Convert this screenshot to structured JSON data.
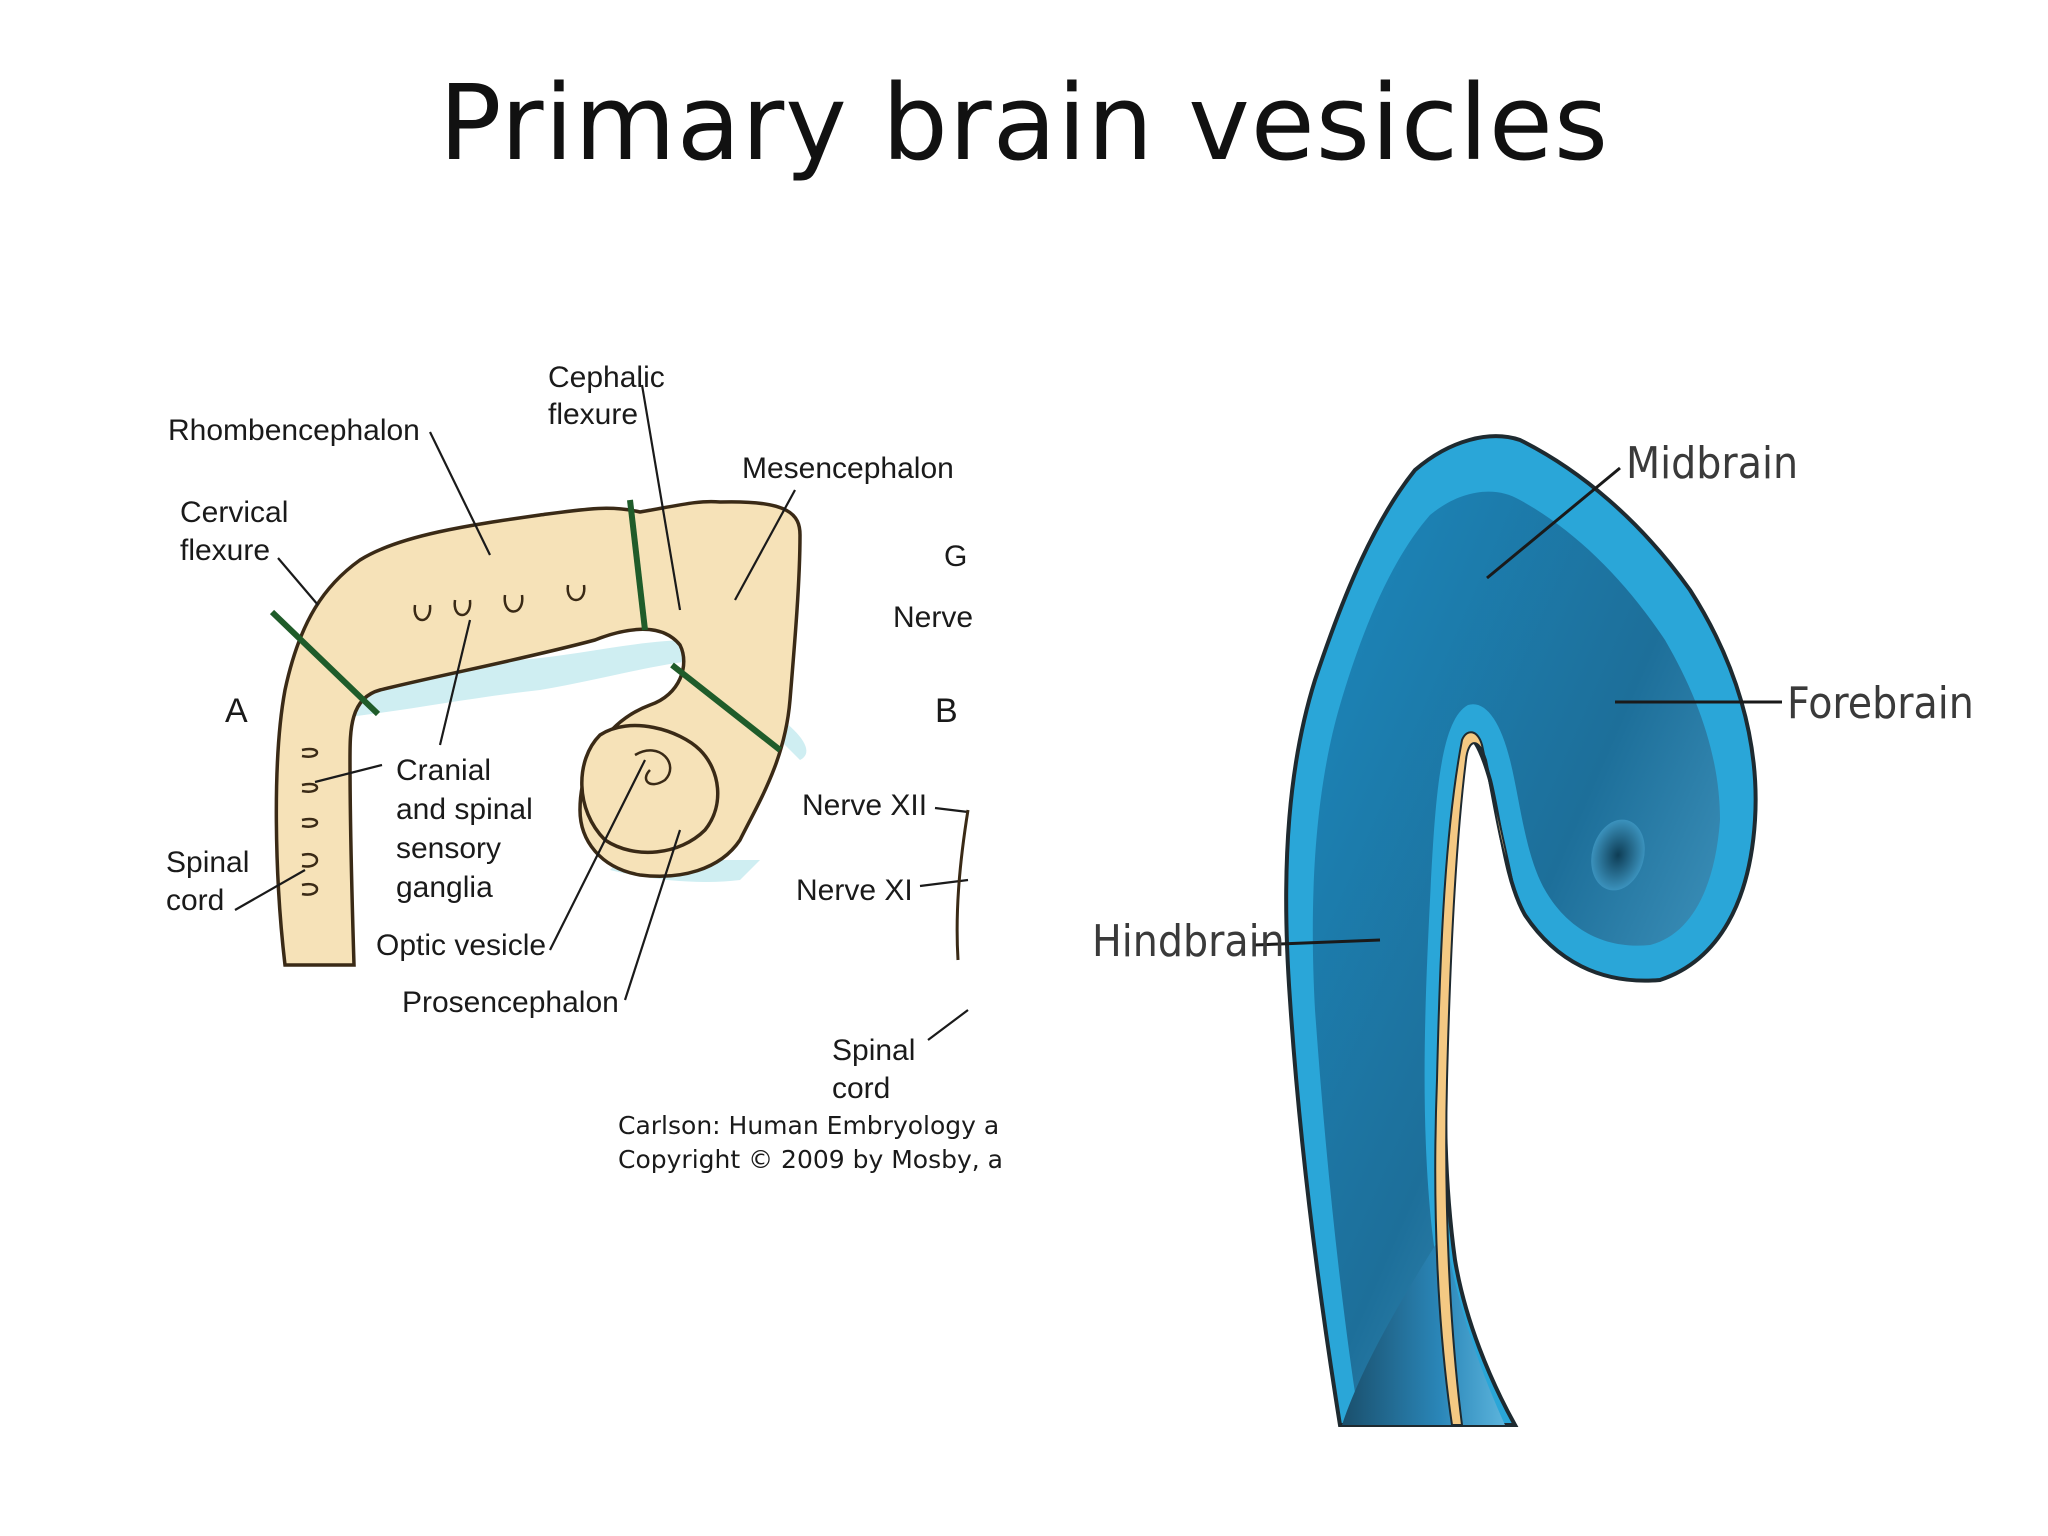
{
  "slide": {
    "title": "Primary brain vesicles"
  },
  "figure_left": {
    "panel_a": "A",
    "panel_b": "B",
    "labels": {
      "rhombencephalon": "Rhombencephalon",
      "cephalic_1": "Cephalic",
      "cephalic_2": "flexure",
      "mesencephalon": "Mesencephalon",
      "cervical_1": "Cervical",
      "cervical_2": "flexure",
      "cranial_1": "Cranial",
      "cranial_2": "and spinal",
      "cranial_3": "sensory",
      "cranial_4": "ganglia",
      "spinal_1": "Spinal",
      "spinal_2": "cord",
      "optic_vesicle": "Optic vesicle",
      "prosencephalon": "Prosencephalon",
      "g_cut": "G",
      "nerve_cut": "Nerve",
      "nerve_xii": "Nerve XII",
      "nerve_xi": "Nerve XI",
      "b_spinal_1": "Spinal",
      "b_spinal_2": "cord"
    },
    "credit": {
      "line1": "Carlson: Human Embryology a",
      "line2": "Copyright © 2009 by Mosby, a"
    },
    "colors": {
      "tissue": "#f6e2b8",
      "outline": "#3a2a16",
      "flexure_marks": "#1f5c2a",
      "shadow": "#cfeef2"
    }
  },
  "figure_right": {
    "labels": {
      "midbrain": "Midbrain",
      "forebrain": "Forebrain",
      "hindbrain": "Hindbrain"
    },
    "colors": {
      "outer": "#2aa6d8",
      "inner": "#1a6f98",
      "outline": "#1e2a30",
      "lumen": "#f4c983"
    }
  }
}
